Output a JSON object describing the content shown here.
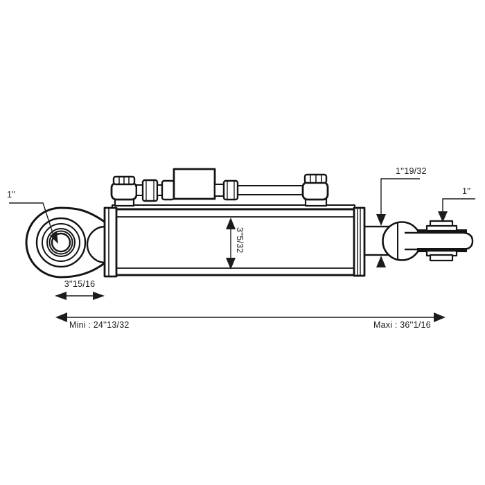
{
  "drawing": {
    "subject": "hydraulic-top-link-cylinder-technical-drawing",
    "background_color": "#ffffff",
    "line_color": "#141414",
    "dimensions": {
      "eye_bore": "1''",
      "rod_diameter": "1''19/32",
      "ball_bore": "1''",
      "body_diameter": "3''5/32",
      "eye_length": "3''15/16",
      "min_length": "Mini : 24''13/32",
      "max_length": "Maxi : 36''1/16"
    }
  }
}
